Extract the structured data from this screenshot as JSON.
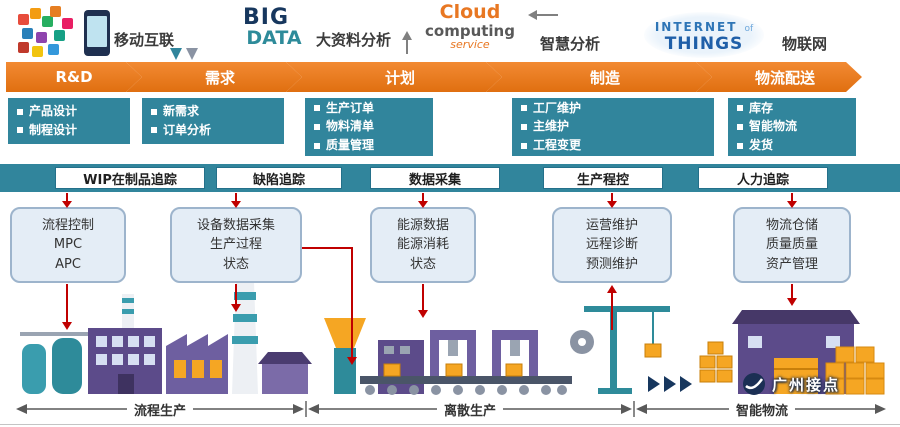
{
  "top_row": {
    "items": [
      {
        "icon": "mobile-internet-icons",
        "label": "移动互联"
      },
      {
        "icon": "big-data-wordcloud",
        "label": "大资料分析",
        "words": [
          "BIG",
          "DATA"
        ]
      },
      {
        "icon": "cloud-computing-wordcloud",
        "label": "智慧分析",
        "words": [
          "Cloud",
          "computing",
          "service"
        ]
      },
      {
        "icon": "internet-of-things-wordcloud",
        "label": "物联网",
        "words": [
          "INTERNET",
          "of",
          "THINGS"
        ]
      }
    ]
  },
  "banners": [
    "R&D",
    "需求",
    "计划",
    "制造",
    "物流配送"
  ],
  "detail_boxes": [
    {
      "items": [
        "产品设计",
        "制程设计"
      ]
    },
    {
      "items": [
        "新需求",
        "订单分析"
      ]
    },
    {
      "items": [
        "生产订单",
        "物料清单",
        "质量管理"
      ]
    },
    {
      "items": [
        "工厂维护",
        "主维护",
        "工程变更"
      ]
    },
    {
      "items": [
        "库存",
        "智能物流",
        "发货"
      ]
    }
  ],
  "tracking_bar": {
    "labels": [
      "WIP在制品追踪",
      "缺陷追踪",
      "数据采集",
      "生产程控",
      "人力追踪"
    ]
  },
  "function_boxes": [
    {
      "lines": [
        "流程控制",
        "MPC",
        "APC"
      ]
    },
    {
      "lines": [
        "设备数据采集",
        "生产过程",
        "状态"
      ]
    },
    {
      "lines": [
        "能源数据",
        "能源消耗",
        "状态"
      ]
    },
    {
      "lines": [
        "运营维护",
        "远程诊断",
        "预测维护"
      ]
    },
    {
      "lines": [
        "物流仓储",
        "质量质量",
        "资产管理"
      ]
    }
  ],
  "bottom_sections": {
    "labels": [
      "流程生产",
      "离散生产",
      "智能物流"
    ]
  },
  "watermark": {
    "text": "广州接点"
  },
  "colors": {
    "banner_orange": "#E87722",
    "teal": "#31859C",
    "arrow_red": "#C00000",
    "function_box_fill": "#E4EDF6",
    "function_box_border": "#9DB4CC",
    "factory_purple": "#5C4B8A",
    "factory_orange": "#F5A623"
  }
}
